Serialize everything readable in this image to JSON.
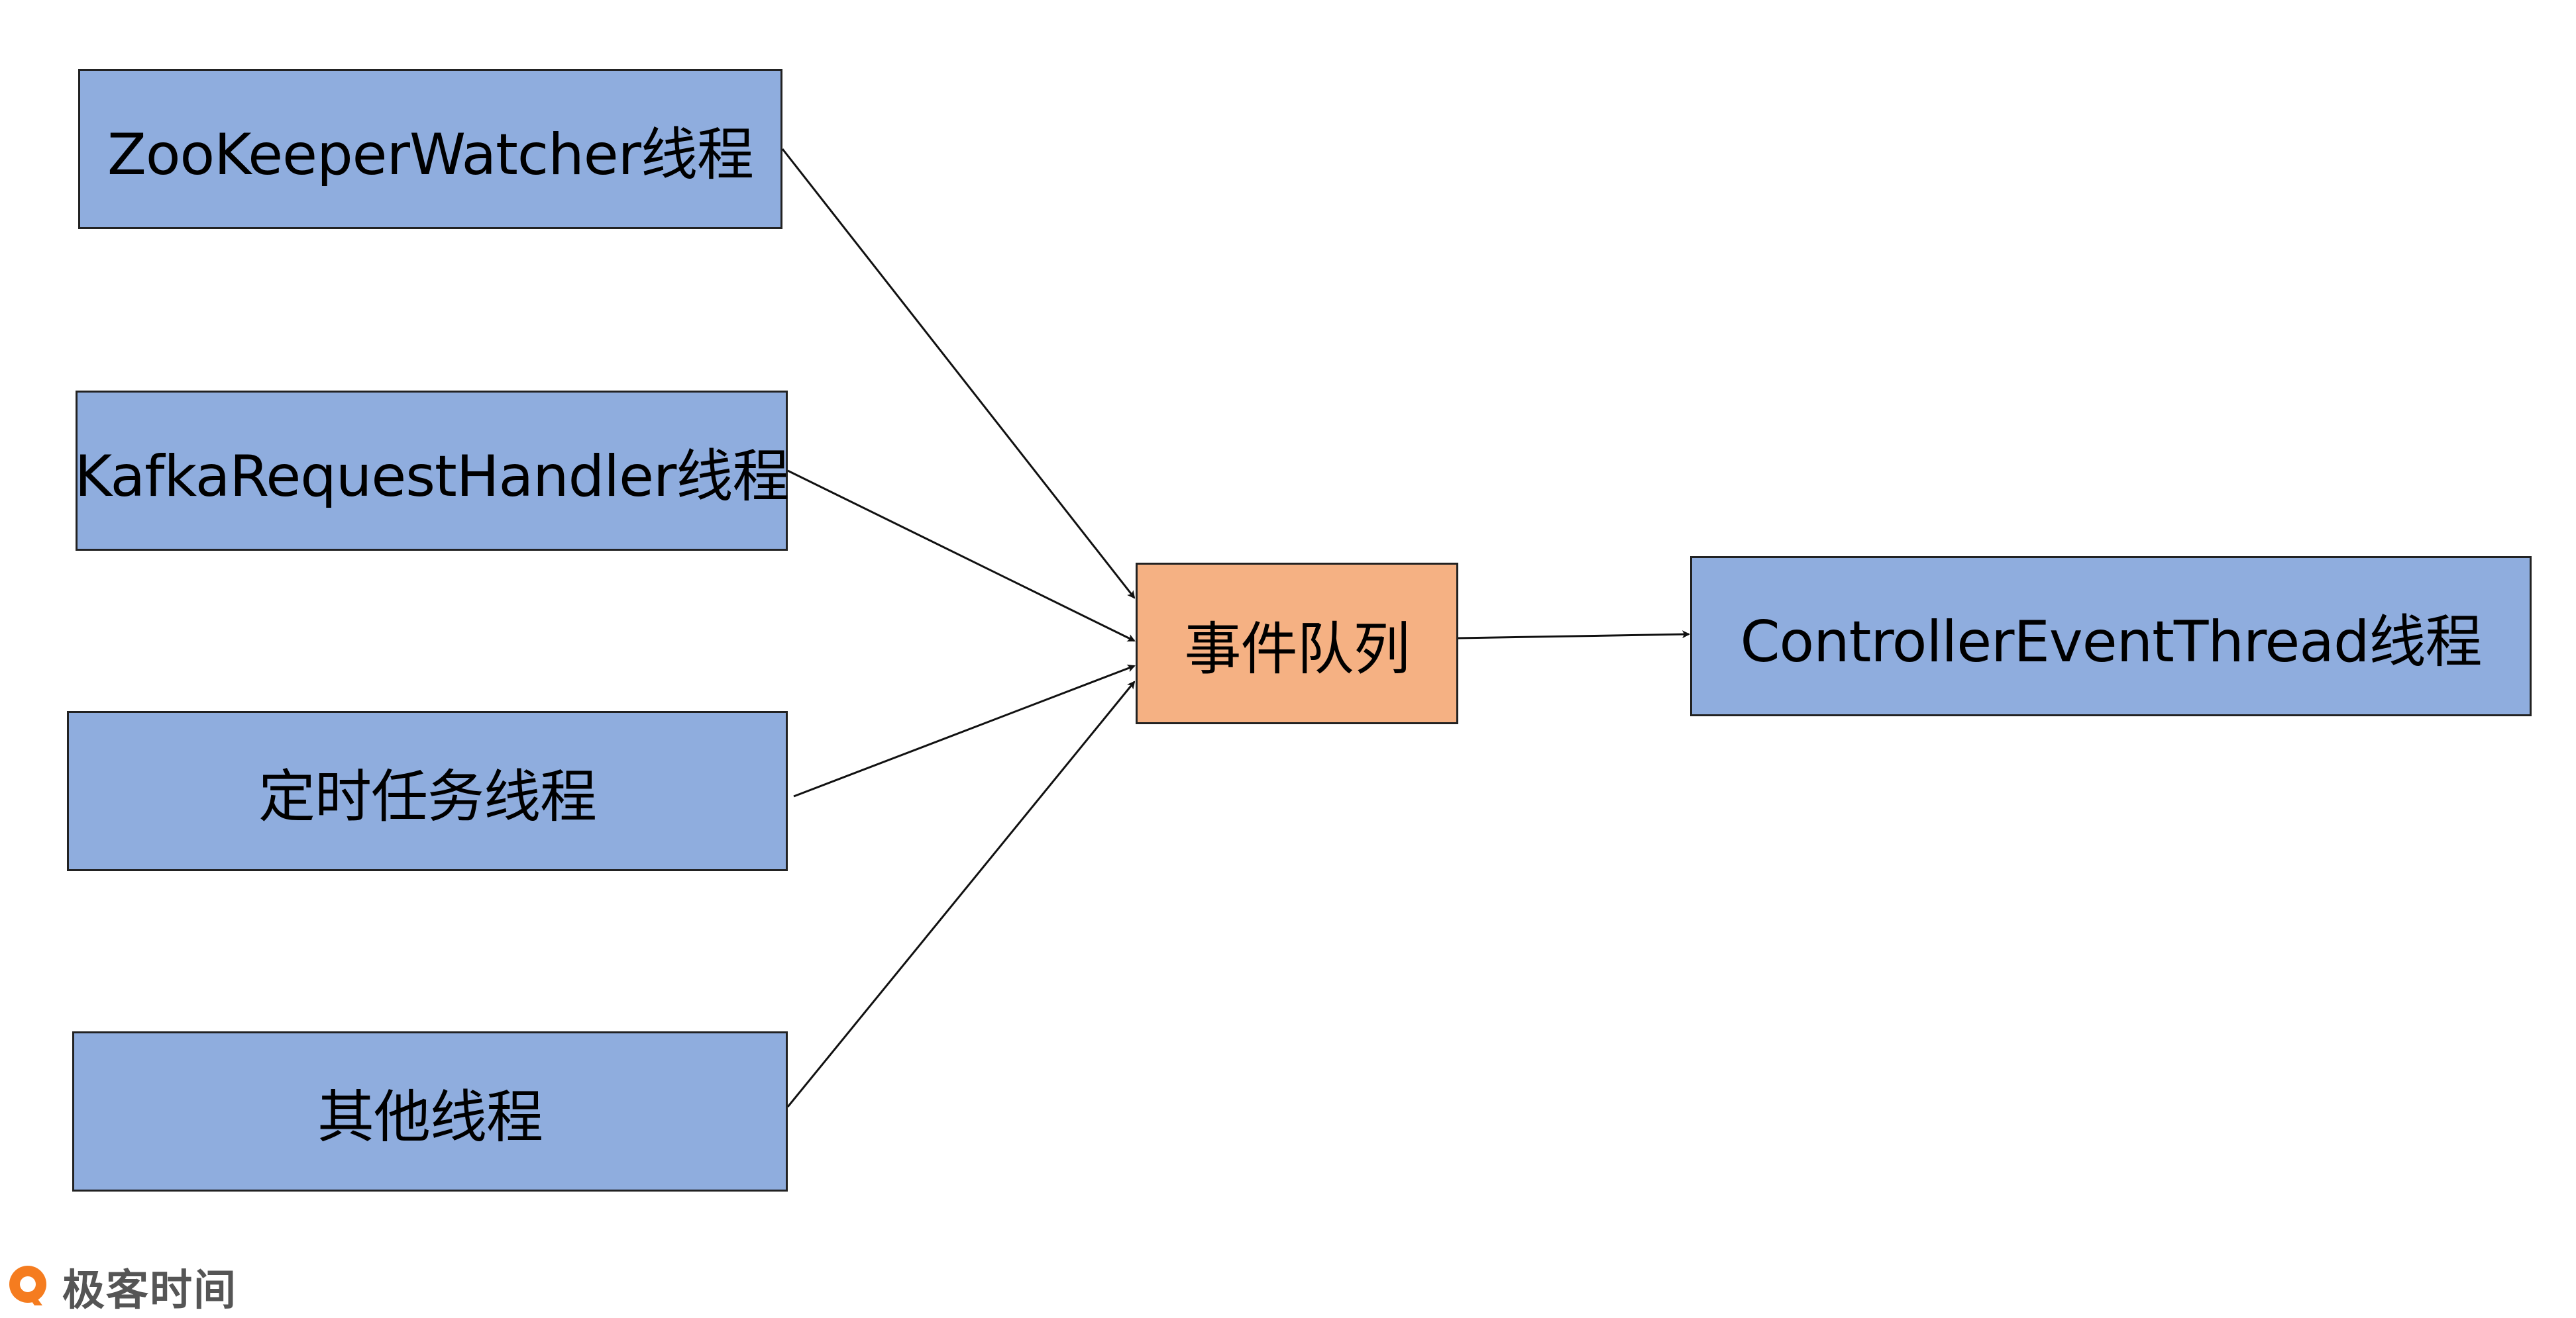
{
  "diagram": {
    "sources": [
      {
        "label": "ZooKeeperWatcher线程"
      },
      {
        "label": "KafkaRequestHandler线程"
      },
      {
        "label": "定时任务线程"
      },
      {
        "label": "其他线程"
      }
    ],
    "queue": {
      "label": "事件队列"
    },
    "consumer": {
      "label": "ControllerEventThread线程"
    }
  },
  "watermark": {
    "text": "极客时间"
  },
  "colors": {
    "thread_fill": "#8fadde",
    "queue_fill": "#f5b183",
    "border": "#222222",
    "logo_orange": "#f57c1f",
    "watermark_text": "#555555"
  }
}
